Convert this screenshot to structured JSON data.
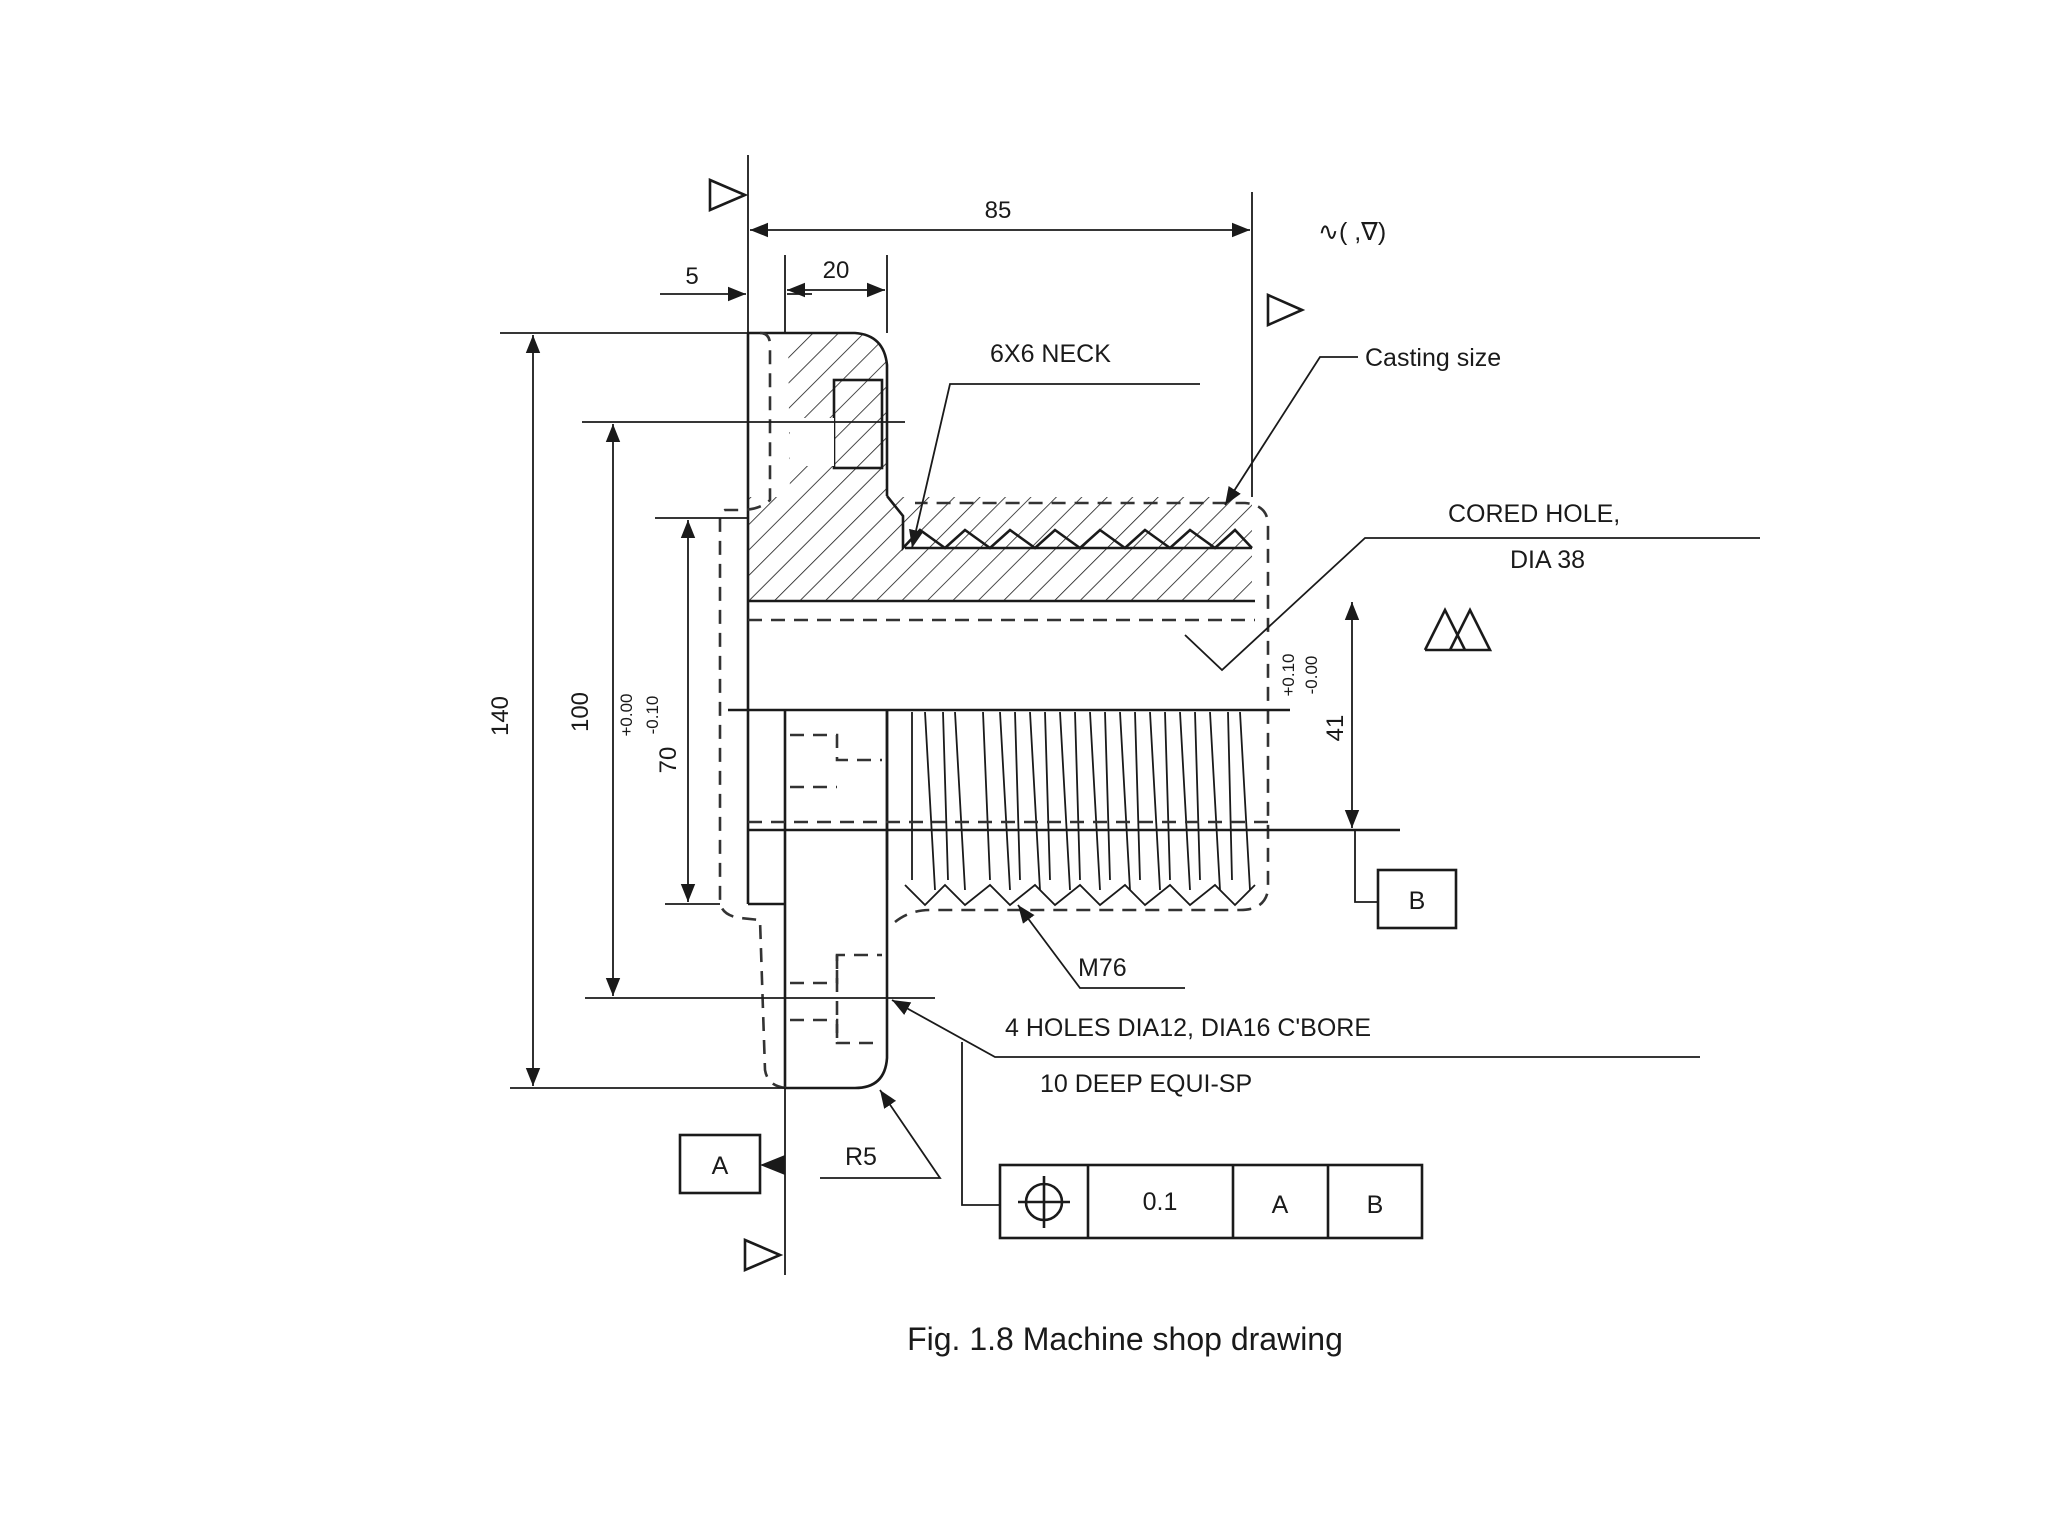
{
  "figure": {
    "caption": "Fig. 1.8 Machine shop drawing"
  },
  "dimensions": {
    "overall_length": "85",
    "flange_width": "20",
    "offset": "5",
    "height_overall": "140",
    "height_pcd": "100",
    "height_spigot": "70",
    "spigot_tol_upper": "+0.00",
    "spigot_tol_lower": "-0.10",
    "bore_height": "41",
    "bore_tol_upper": "+0.10",
    "bore_tol_lower": "-0.00",
    "fillet": "R5"
  },
  "notes": {
    "neck": "6X6 NECK",
    "casting": "Casting size",
    "cored_hole_1": "CORED HOLE,",
    "cored_hole_2": "DIA 38",
    "thread": "M76",
    "holes_1": "4 HOLES DIA12, DIA16 C'BORE",
    "holes_2": "10 DEEP EQUI-SP",
    "surface_finish_general": "∿( ,∇)"
  },
  "datums": {
    "a": "A",
    "b": "B"
  },
  "feature_control_frame": {
    "symbol": "position-icon",
    "tolerance": "0.1",
    "datum_1": "A",
    "datum_2": "B"
  }
}
